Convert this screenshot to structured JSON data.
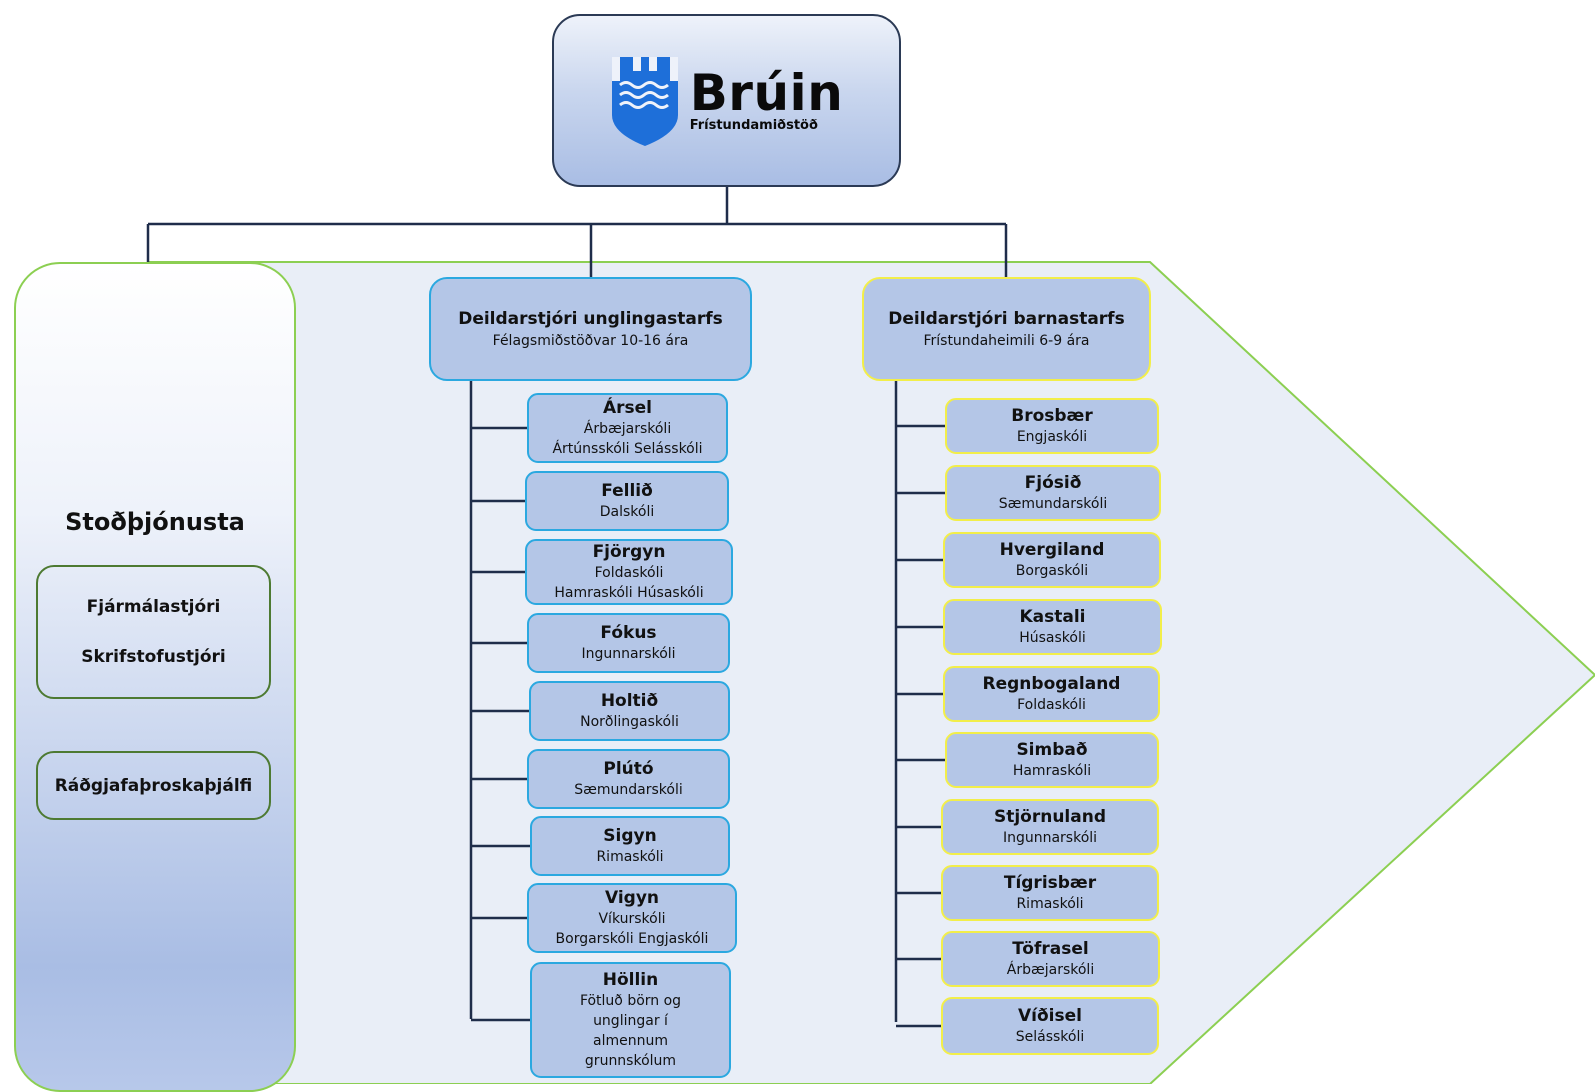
{
  "logo": {
    "title": "Brúin",
    "subtitle": "Frístundamiðstöð"
  },
  "support": {
    "title": "Stoðþjónusta",
    "roles": [
      "Fjármálastjóri",
      "Skrifstofustjóri"
    ],
    "advisor": "Ráðgjafaþroskaþjálfi"
  },
  "youth": {
    "title": "Deildarstjóri unglingastarfs",
    "subtitle": "Félagsmiðstöðvar 10-16 ára",
    "units": [
      {
        "name": "Ársel",
        "lines": [
          "Árbæjarskóli",
          "Ártúnsskóli Selásskóli"
        ]
      },
      {
        "name": "Fellið",
        "lines": [
          "Dalskóli"
        ]
      },
      {
        "name": "Fjörgyn",
        "lines": [
          "Foldaskóli",
          "Hamraskóli Húsaskóli"
        ]
      },
      {
        "name": "Fókus",
        "lines": [
          "Ingunnarskóli"
        ]
      },
      {
        "name": "Holtið",
        "lines": [
          "Norðlingaskóli"
        ]
      },
      {
        "name": "Plútó",
        "lines": [
          "Sæmundarskóli"
        ]
      },
      {
        "name": "Sigyn",
        "lines": [
          "Rimaskóli"
        ]
      },
      {
        "name": "Vigyn",
        "lines": [
          "Víkurskóli",
          "Borgarskóli Engjaskóli"
        ]
      },
      {
        "name": "Höllin",
        "lines": [
          "Fötluð börn og",
          "unglingar í",
          "almennum",
          "grunnskólum"
        ]
      }
    ]
  },
  "children": {
    "title": "Deildarstjóri barnastarfs",
    "subtitle": "Frístundaheimili 6-9 ára",
    "units": [
      {
        "name": "Brosbær",
        "lines": [
          "Engjaskóli"
        ]
      },
      {
        "name": "Fjósið",
        "lines": [
          "Sæmundarskóli"
        ]
      },
      {
        "name": "Hvergiland",
        "lines": [
          "Borgaskóli"
        ]
      },
      {
        "name": "Kastali",
        "lines": [
          "Húsaskóli"
        ]
      },
      {
        "name": "Regnbogaland",
        "lines": [
          "Foldaskóli"
        ]
      },
      {
        "name": "Simbað",
        "lines": [
          "Hamraskóli"
        ]
      },
      {
        "name": "Stjörnuland",
        "lines": [
          "Ingunnarskóli"
        ]
      },
      {
        "name": "Tígrisbær",
        "lines": [
          "Rimaskóli"
        ]
      },
      {
        "name": "Töfrasel",
        "lines": [
          "Árbæjarskóli"
        ]
      },
      {
        "name": "Víðisel",
        "lines": [
          "Selásskóli"
        ]
      }
    ]
  },
  "colors": {
    "box_fill": "#b4c6e7",
    "youth_border": "#2ba8e0",
    "children_border": "#f2ee4a",
    "panel_border": "#8ccf52",
    "connector": "#1f2d4a"
  }
}
